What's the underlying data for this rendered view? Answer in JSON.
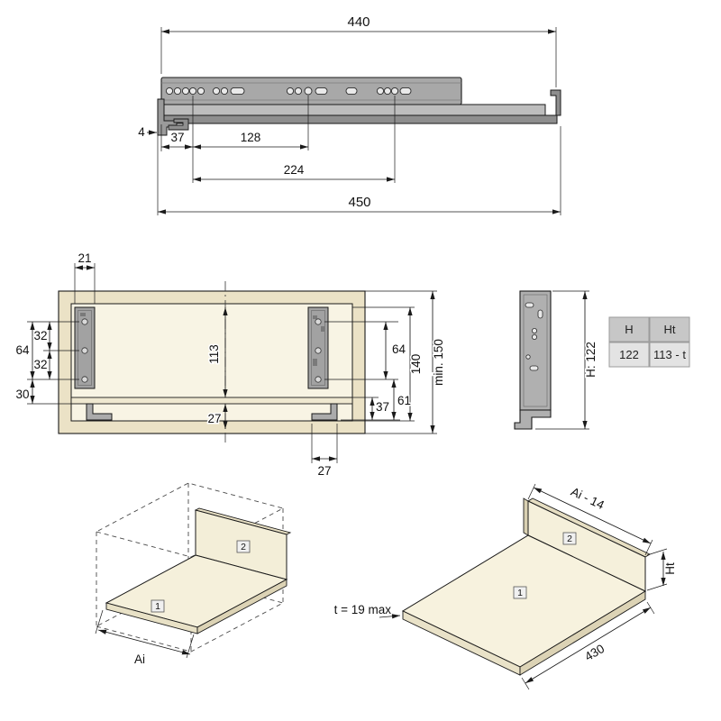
{
  "slide_view": {
    "dim_overall_top": "440",
    "dim_front_offset": "4",
    "dim_hole_1": "37",
    "dim_hole_2": "128",
    "dim_hole_3": "224",
    "dim_overall_bottom": "450"
  },
  "front_view": {
    "dim_rail_width": "21",
    "dim_screw_span_left": "64",
    "dim_screw_upper": "32",
    "dim_screw_lower": "32",
    "dim_bottom_left": "30",
    "dim_inner_height": "113",
    "dim_bottom_recess": "27",
    "dim_screw_span_right": "64",
    "dim_side_height": "140",
    "dim_min_clearance": "min. 150",
    "dim_bottom_right_a": "37",
    "dim_bottom_right_b": "61",
    "dim_hook_offset": "27"
  },
  "profile_view": {
    "dim_height": "H: 122"
  },
  "spec_table": {
    "headers": [
      "H",
      "Ht"
    ],
    "values": [
      "122",
      "113 - t"
    ]
  },
  "iso_cabinet": {
    "label_bottom_panel": "1",
    "label_back_panel": "2",
    "dim_width": "Ai"
  },
  "iso_panel": {
    "label_bottom_panel": "1",
    "label_back_panel": "2",
    "dim_width": "Ai - 14",
    "dim_back_height": "Ht",
    "dim_thickness": "t = 19 max",
    "dim_depth": "430"
  }
}
